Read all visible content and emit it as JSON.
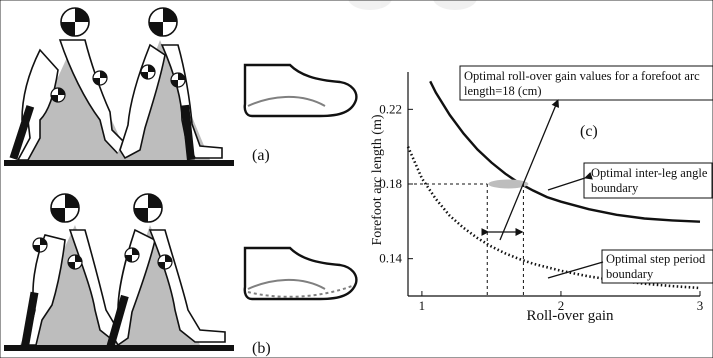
{
  "panels": {
    "a_label": "(a)",
    "b_label": "(b)",
    "c_label": "(c)"
  },
  "colors": {
    "ink": "#111111",
    "limb_fill": "#bdbdbd",
    "foot_arc": "#808080"
  },
  "chart_data": {
    "type": "line",
    "xlabel": "Roll-over gain",
    "ylabel": "Forefoot arc length (m)",
    "xlim": [
      0.9,
      3.0
    ],
    "ylim": [
      0.12,
      0.24
    ],
    "xticks": [
      1,
      2,
      3
    ],
    "yticks": [
      0.14,
      0.18,
      0.22
    ],
    "grid": false,
    "series": [
      {
        "name": "inter-leg",
        "style": "solid",
        "x": [
          1.06,
          1.1,
          1.2,
          1.3,
          1.4,
          1.5,
          1.6,
          1.7,
          1.8,
          1.9,
          2.0,
          2.2,
          2.4,
          2.6,
          2.8,
          3.0
        ],
        "y": [
          0.235,
          0.229,
          0.217,
          0.207,
          0.1985,
          0.1915,
          0.1855,
          0.1805,
          0.1765,
          0.173,
          0.1705,
          0.1665,
          0.1635,
          0.1615,
          0.1605,
          0.1598
        ]
      },
      {
        "name": "step-period",
        "style": "dotted",
        "x": [
          0.9,
          1.0,
          1.1,
          1.2,
          1.3,
          1.4,
          1.5,
          1.6,
          1.7,
          1.8,
          2.0,
          2.2,
          2.4,
          2.6,
          2.8,
          3.0
        ],
        "y": [
          0.2,
          0.183,
          0.172,
          0.163,
          0.1565,
          0.151,
          0.1465,
          0.1428,
          0.1398,
          0.1373,
          0.1335,
          0.1305,
          0.1283,
          0.1266,
          0.1253,
          0.1243
        ]
      }
    ],
    "annotations": {
      "top_box": "Optimal roll-over gain values for a forefoot arc length=18 (cm)",
      "top_box_line1": "Optimal roll-over gain values for a forefoot arc",
      "top_box_line2": "length=18 (cm)",
      "right_box1_line1": "Optimal inter-leg angle",
      "right_box1_line2": "boundary",
      "right_box2_line1": "Optimal step period",
      "right_box2_line2": "boundary"
    },
    "highlight": {
      "y": 0.18,
      "x_from": 1.47,
      "x_to": 1.73
    }
  }
}
